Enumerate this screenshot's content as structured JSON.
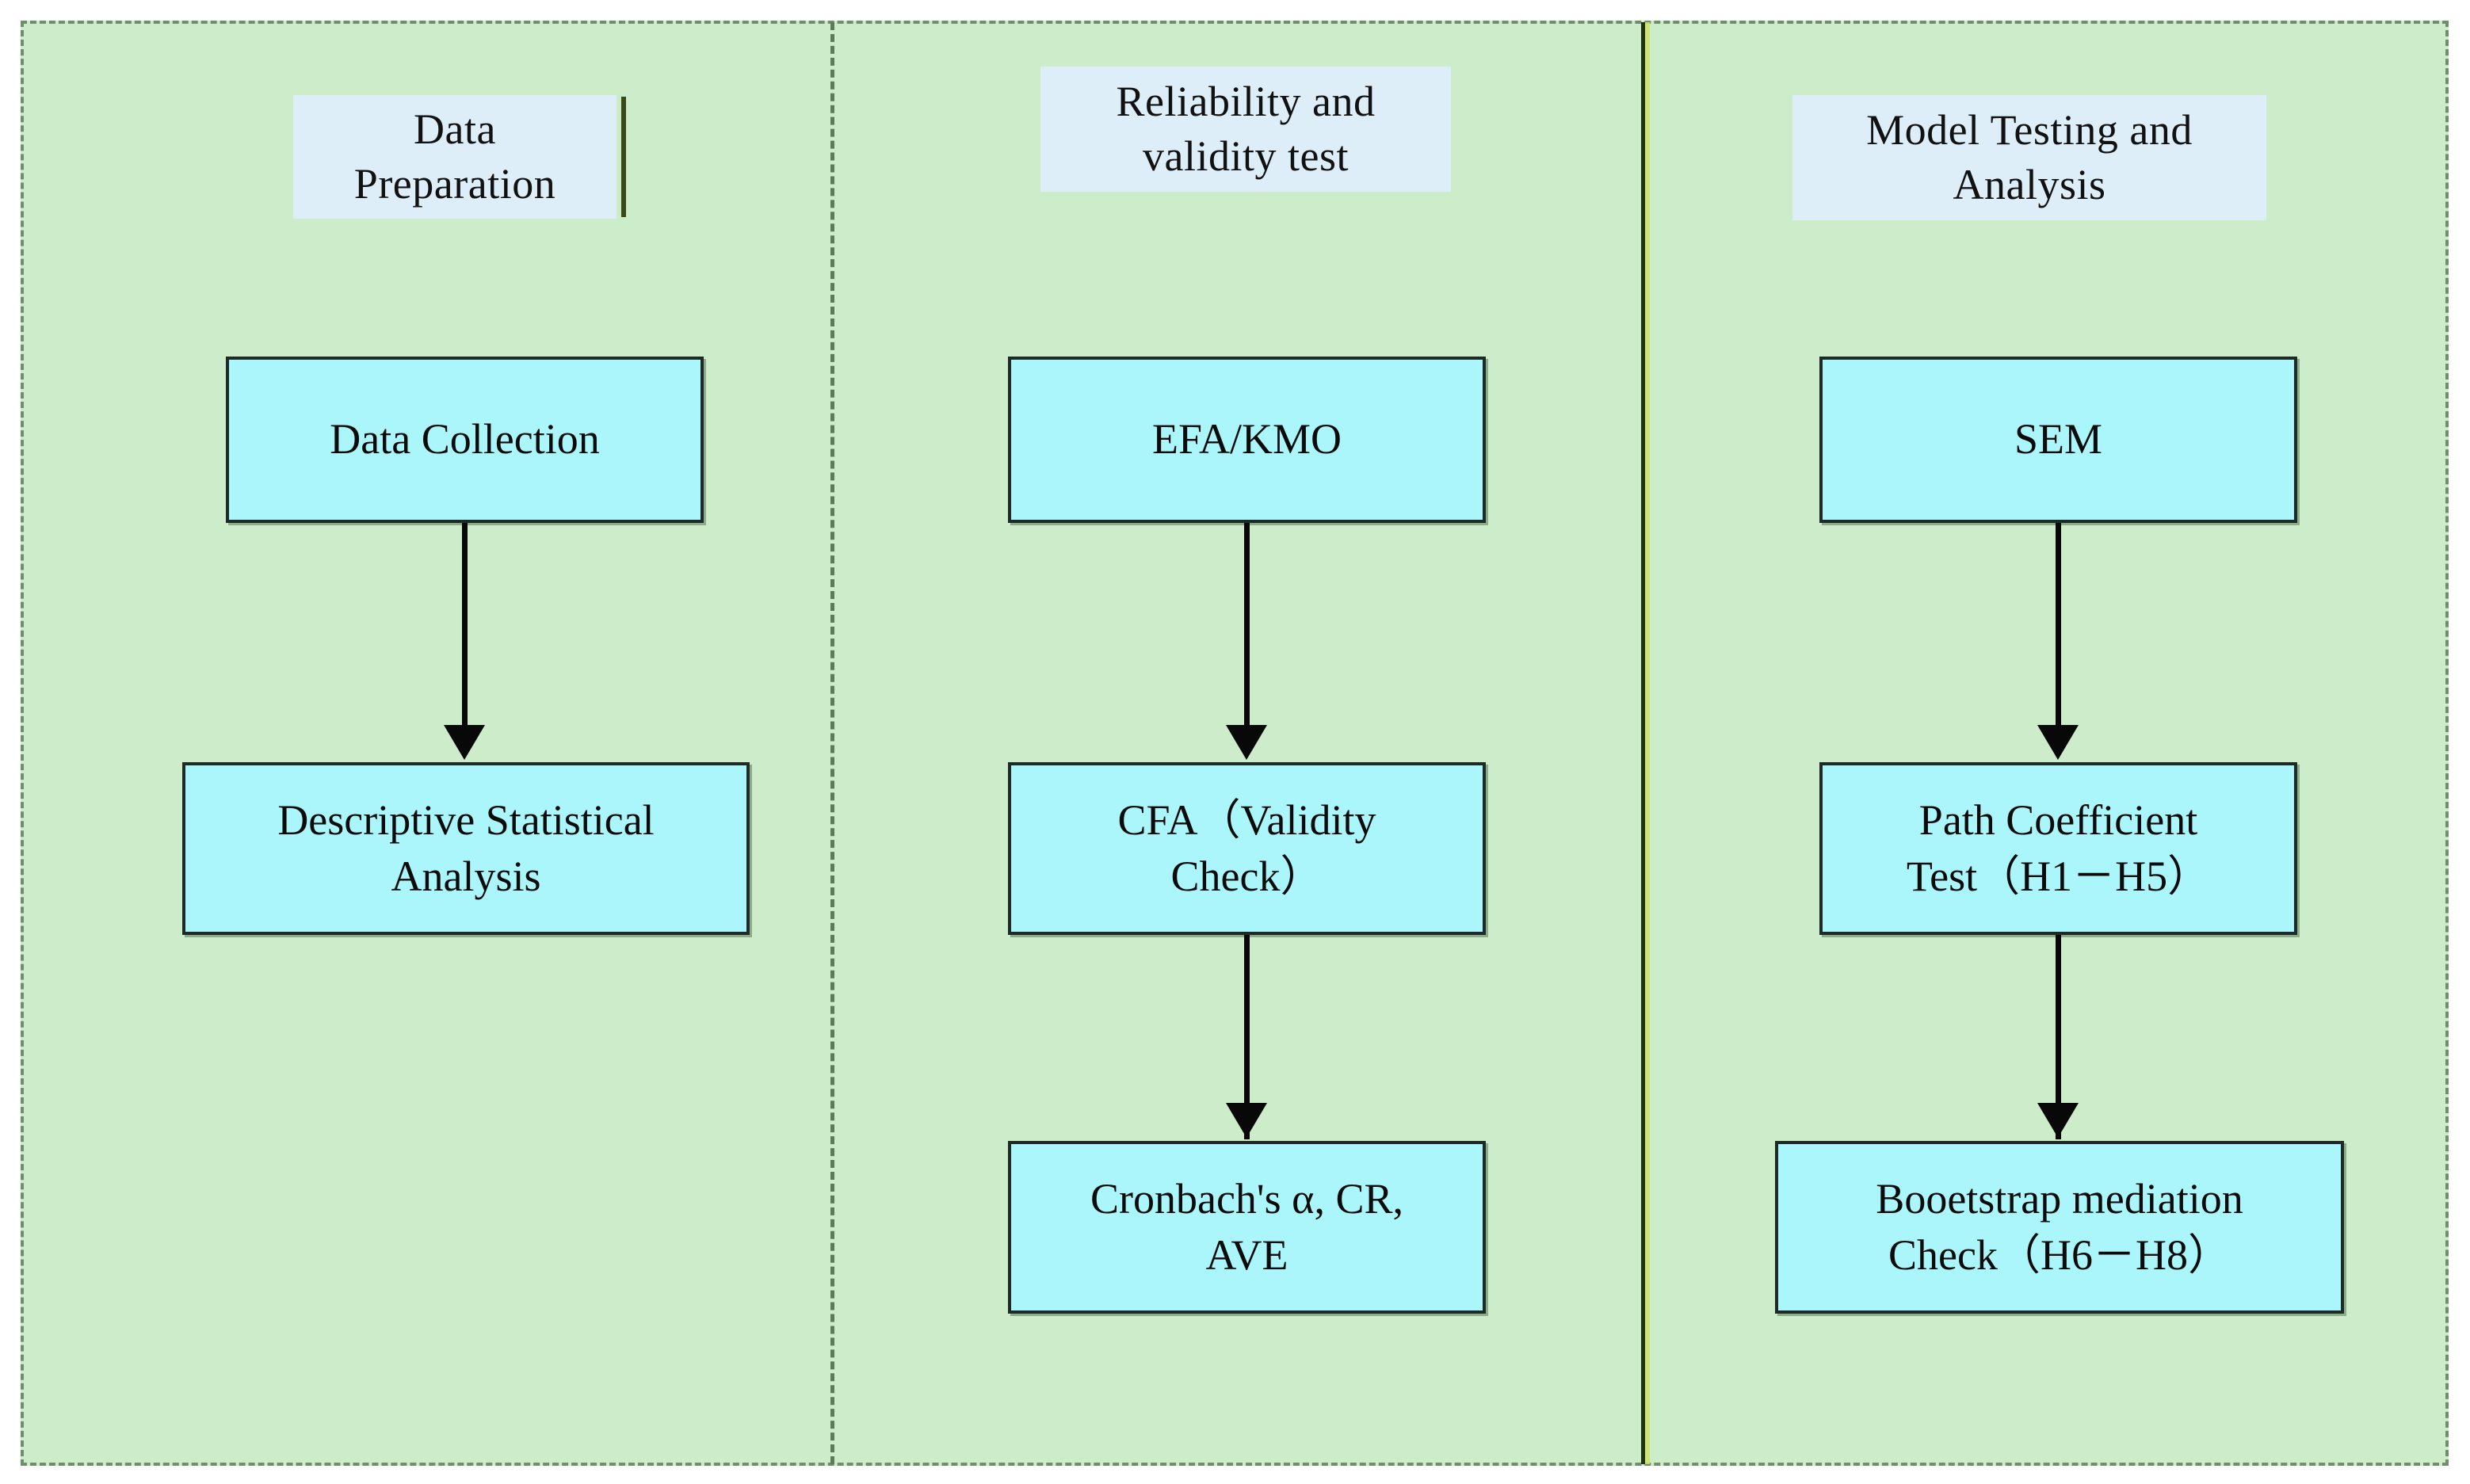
{
  "figure": {
    "background_color": "#cdecca",
    "border_color": "#6f8f6b",
    "box_fill_color": "#aaf6fb",
    "box_border_color": "#1d2a25",
    "header_fill_color": "#ddeef8",
    "arrow_color": "#080808",
    "divider_solid_color": "#20340f",
    "divider_dashed_color": "#5d7a59"
  },
  "columns": [
    {
      "id": "data-preparation",
      "header": "Data\nPreparation",
      "steps": [
        {
          "id": "data-collection",
          "label": "Data Collection"
        },
        {
          "id": "descriptive-statistical-analysis",
          "label": "Descriptive Statistical\nAnalysis"
        }
      ],
      "arrows": [
        {
          "from": "data-collection",
          "to": "descriptive-statistical-analysis"
        }
      ]
    },
    {
      "id": "reliability-validity-test",
      "header": "Reliability and\nvalidity test",
      "steps": [
        {
          "id": "efa-kmo",
          "label": "EFA/KMO"
        },
        {
          "id": "cfa-validity-check",
          "label": "CFA（Validity\nCheck）"
        },
        {
          "id": "cronbach-cr-ave",
          "label": "Cronbach's α, CR,\nAVE"
        }
      ],
      "arrows": [
        {
          "from": "efa-kmo",
          "to": "cfa-validity-check"
        },
        {
          "from": "cfa-validity-check",
          "to": "cronbach-cr-ave"
        }
      ]
    },
    {
      "id": "model-testing-and-analysis",
      "header": "Model Testing and\nAnalysis",
      "steps": [
        {
          "id": "sem",
          "label": "SEM"
        },
        {
          "id": "path-coefficient-test",
          "label": "Path Coefficient\nTest（H1－H5）"
        },
        {
          "id": "bootstrap-mediation-check",
          "label": "Booetstrap mediation\nCheck（H6－H8）"
        }
      ],
      "arrows": [
        {
          "from": "sem",
          "to": "path-coefficient-test"
        },
        {
          "from": "path-coefficient-test",
          "to": "bootstrap-mediation-check"
        }
      ]
    }
  ]
}
